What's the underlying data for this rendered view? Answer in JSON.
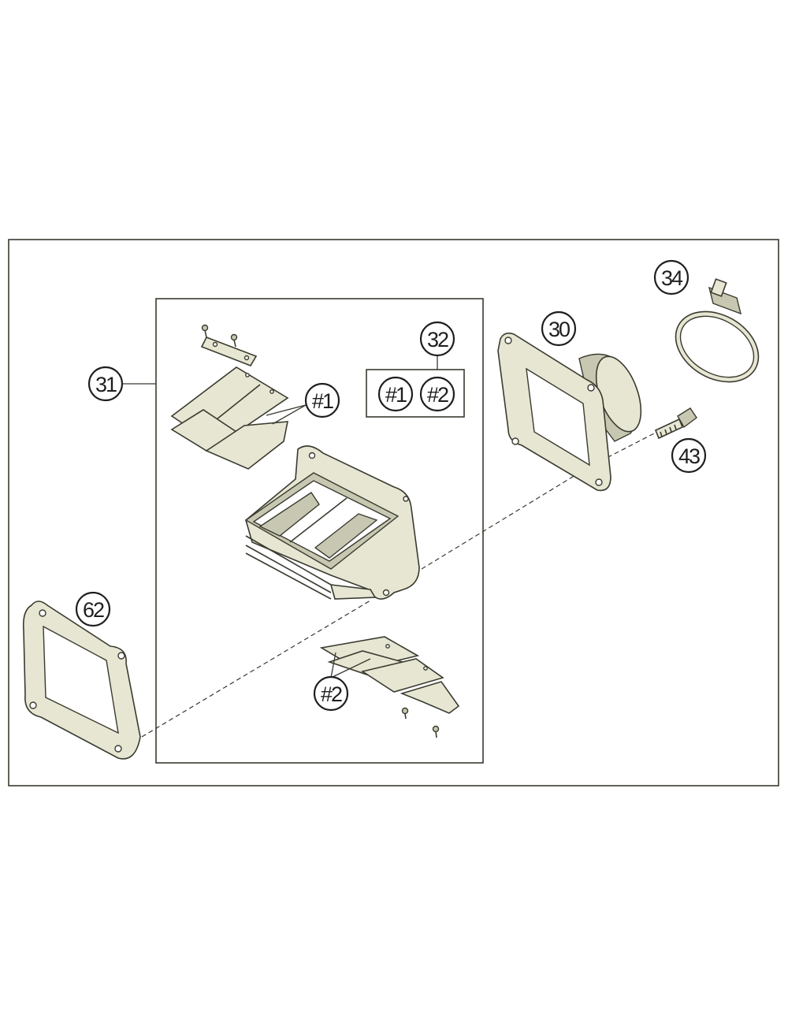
{
  "callouts": {
    "c30": "30",
    "c31": "31",
    "c32": "32",
    "c34": "34",
    "c43": "43",
    "c62": "62",
    "sub1_kit": "#1",
    "sub2_kit": "#2",
    "sub1_petals": "#1",
    "sub2_petals": "#2"
  },
  "colors": {
    "line": "#3a3a30",
    "part_fill": "#e6e6d2",
    "background": "#ffffff"
  },
  "parts": [
    {
      "callout": "30",
      "icon": "intake-flange-icon"
    },
    {
      "callout": "31",
      "icon": "reed-valve-assembly-icon"
    },
    {
      "callout": "32",
      "icon": "reed-petal-kit-icon"
    },
    {
      "callout": "34",
      "icon": "hose-clamp-icon"
    },
    {
      "callout": "43",
      "icon": "flange-bolt-icon"
    },
    {
      "callout": "62",
      "icon": "gasket-icon"
    }
  ]
}
